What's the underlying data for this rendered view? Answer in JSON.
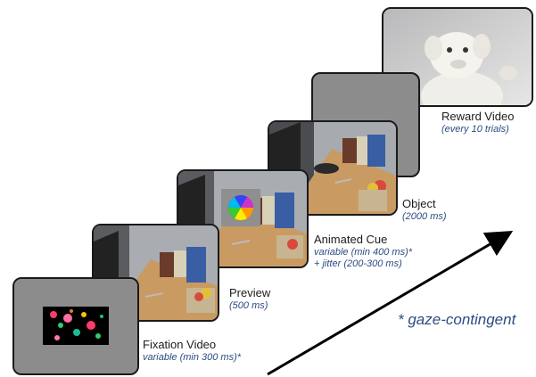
{
  "stages": [
    {
      "name": "Fixation Video",
      "timing": "variable (min 300 ms)*"
    },
    {
      "name": "Preview",
      "timing": "(500 ms)"
    },
    {
      "name": "Animated Cue",
      "timing": "variable (min 400 ms)*",
      "timing2": "+ jitter (200-300 ms)"
    },
    {
      "name": "Object",
      "timing": "(2000 ms)"
    },
    {
      "name": "Reward Video",
      "timing": "(every 10 trials)"
    }
  ],
  "note": "* gaze-contingent",
  "colors": {
    "label_text": "#1c1c1c",
    "timing_text": "#2b4c83",
    "gray_screen": "#8c8c8c",
    "arrow": "#000000"
  }
}
